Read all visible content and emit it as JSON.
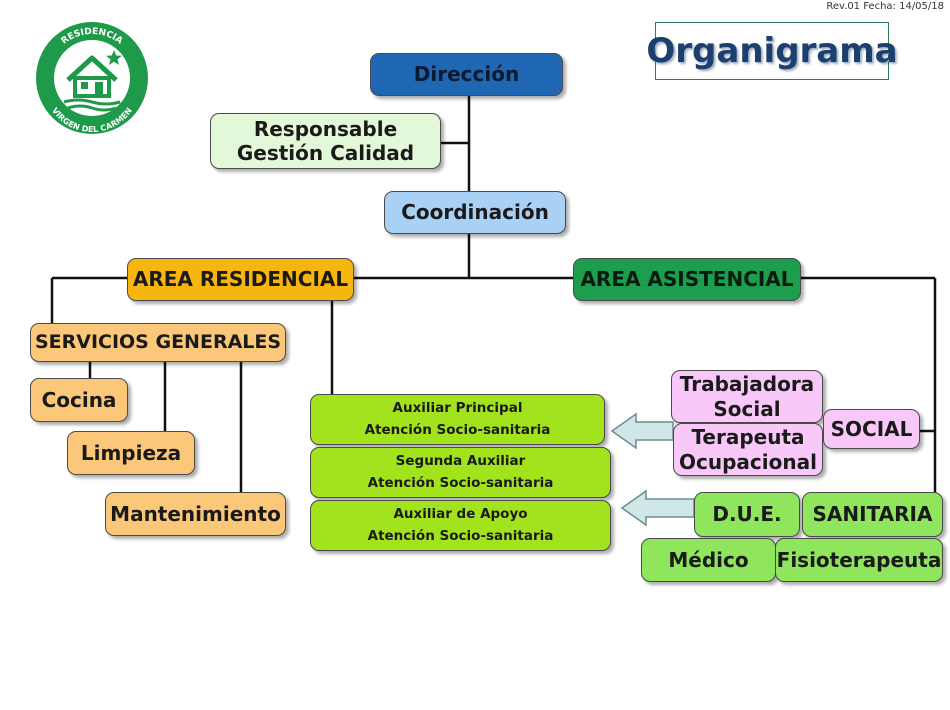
{
  "header": {
    "revision": "Rev.01 Fecha: 14/05/18",
    "title": "Organigrama",
    "logo_top_text": "RESIDENCIA",
    "logo_bottom_text": "VIRGEN DEL CARMEN",
    "logo_icon": "house-with-star-icon"
  },
  "nodes": {
    "direccion": "Dirección",
    "responsable": "Responsable\nGestión Calidad",
    "coordinacion": "Coordinación",
    "area_residencial": "AREA RESIDENCIAL",
    "area_asistencial": "AREA ASISTENCIAL",
    "servicios_generales": "SERVICIOS GENERALES",
    "cocina": "Cocina",
    "limpieza": "Limpieza",
    "mantenimiento": "Mantenimiento",
    "auxiliar_principal": "Auxiliar Principal\nAtención Socio-sanitaria",
    "segunda_auxiliar": "Segunda Auxiliar\nAtención Socio-sanitaria",
    "auxiliar_apoyo": "Auxiliar de Apoyo\nAtención Socio-sanitaria",
    "trabajadora_social": "Trabajadora\nSocial",
    "terapeuta": "Terapeuta\nOcupacional",
    "social": "SOCIAL",
    "due": "D.U.E.",
    "sanitaria": "SANITARIA",
    "medico": "Médico",
    "fisioterapeuta": "Fisioterapeuta"
  },
  "colors": {
    "direccion": "#1f66b3",
    "coordinacion": "#a9d0f5",
    "area_residencial": "#f7b50f",
    "area_asistencial": "#1d9e4e",
    "servicios": "#fbc778",
    "auxiliares": "#a3e31d",
    "social": "#f8c8f8",
    "sanitaria": "#8fe55c",
    "logo_green": "#1f9a4a"
  }
}
